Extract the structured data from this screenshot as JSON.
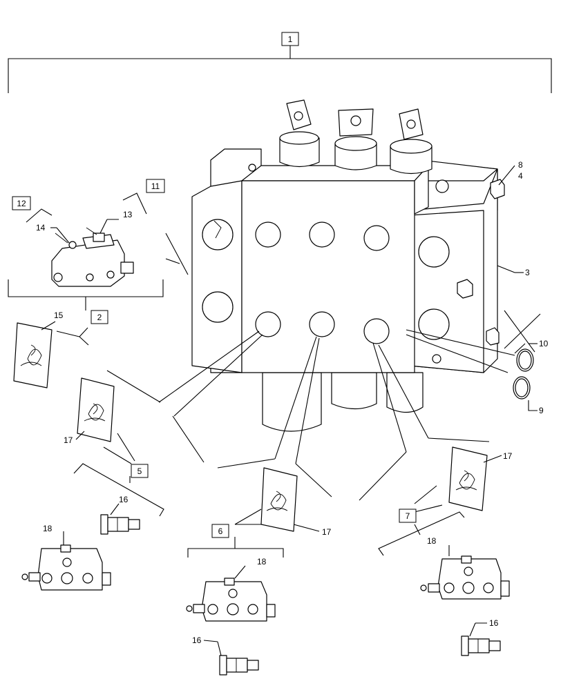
{
  "callouts": {
    "c1": "1",
    "c2": "2",
    "c3": "3",
    "c4": "4",
    "c5": "5",
    "c6": "6",
    "c7": "7",
    "c8": "8",
    "c9": "9",
    "c10": "10",
    "c11": "11",
    "c12": "12",
    "c13": "13",
    "c14": "14",
    "c15": "15",
    "c16a": "16",
    "c16b": "16",
    "c16c": "16",
    "c17a": "17",
    "c17b": "17",
    "c17c": "17",
    "c18a": "18",
    "c18b": "18",
    "c18c": "18"
  }
}
